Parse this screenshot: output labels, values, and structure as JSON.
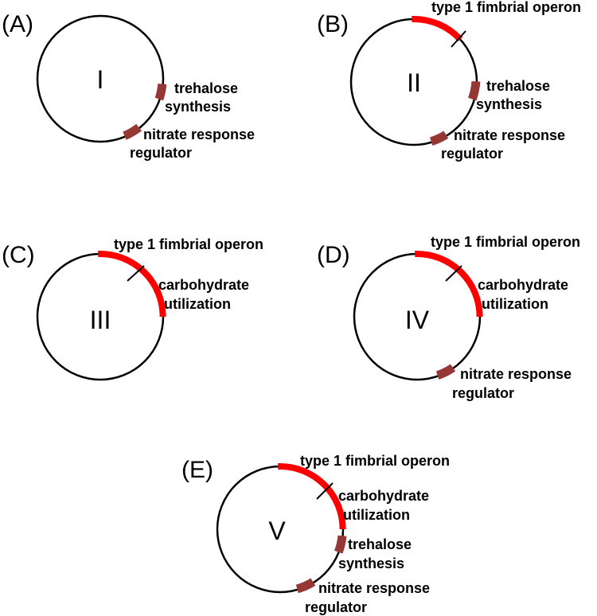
{
  "colors": {
    "plasmid_ring": "#000000",
    "fimbrial_operon": "#ff0000",
    "carbohydrate_utilization": "#ff0000",
    "minor_gene": "#953735",
    "background": "#ffffff"
  },
  "labels": {
    "fimbrial": "type 1 fimbrial operon",
    "carbohydrate_1": "carbohydrate",
    "carbohydrate_2": "utilization",
    "trehalose_1": "trehalose",
    "trehalose_2": "synthesis",
    "nitrate_1": "nitrate response",
    "nitrate_2": "regulator"
  },
  "panels": [
    {
      "letter": "(A)",
      "numeral": "I",
      "genes": [
        "trehalose synthesis",
        "nitrate response regulator"
      ]
    },
    {
      "letter": "(B)",
      "numeral": "II",
      "genes": [
        "type 1 fimbrial operon",
        "trehalose synthesis",
        "nitrate response regulator"
      ]
    },
    {
      "letter": "(C)",
      "numeral": "III",
      "genes": [
        "type 1 fimbrial operon",
        "carbohydrate utilization"
      ]
    },
    {
      "letter": "(D)",
      "numeral": "IV",
      "genes": [
        "type 1 fimbrial operon",
        "carbohydrate utilization",
        "nitrate response regulator"
      ]
    },
    {
      "letter": "(E)",
      "numeral": "V",
      "genes": [
        "type 1 fimbrial operon",
        "carbohydrate utilization",
        "trehalose synthesis",
        "nitrate response regulator"
      ]
    }
  ]
}
